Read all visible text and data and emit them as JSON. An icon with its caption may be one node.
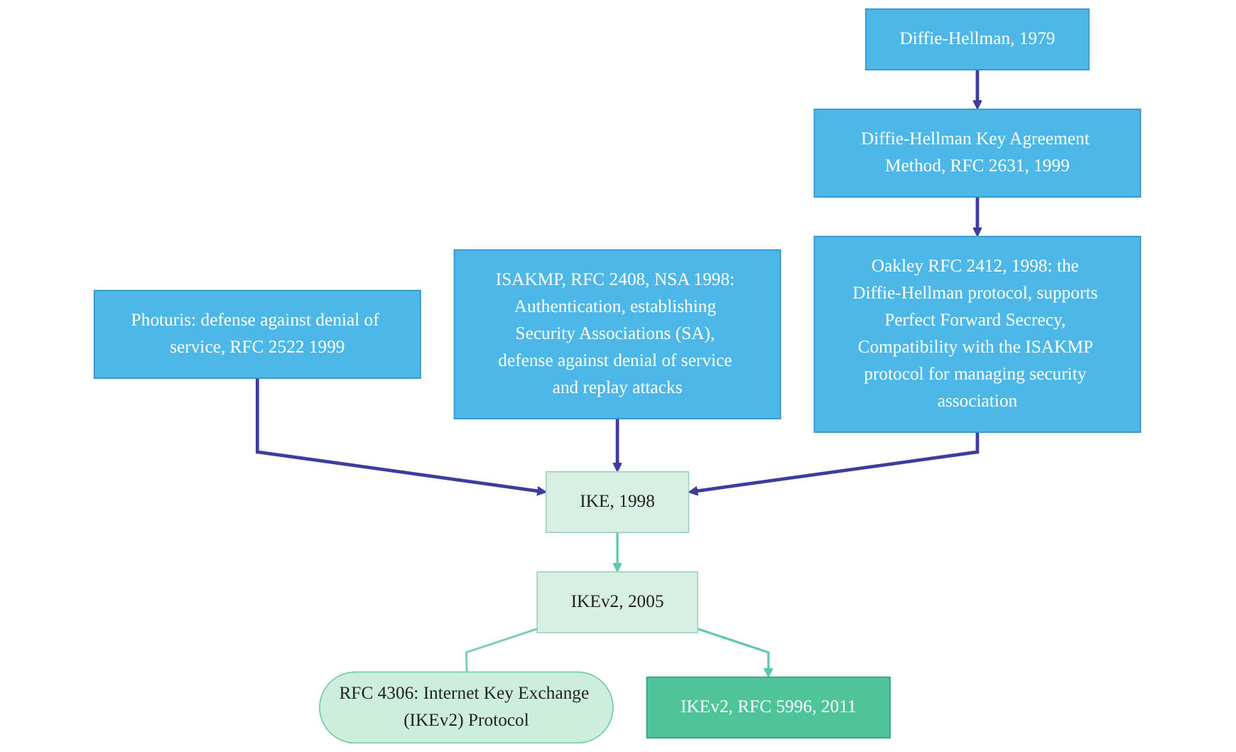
{
  "diagram": {
    "nodes": [
      {
        "text": [
          "Photuris: defense against denial of service, RFC 2522 1999"
        ]
      },
      {
        "text": [
          "ISAKMP, RFC 2408, NSA 1998: Authentication, establishing Security Associations (SA), defense against denial of service and replay attacks"
        ]
      },
      {
        "text": [
          "Diffie-Hellman, 1979"
        ]
      },
      {
        "text": [
          "Diffie-Hellman Key Agreement Method, RFC 2631, 1999"
        ]
      },
      {
        "text": [
          "Oakley RFC 2412, 1998: the Diffie-Hellman protocol, supports Perfect Forward Secrecy, Compatibility with the ISAKMP protocol for managing security association"
        ]
      },
      {
        "text": [
          "IKE, 1998"
        ]
      },
      {
        "text": [
          "IKEv2, 2005"
        ]
      },
      {
        "text": [
          "RFC 4306: Internet Key Exchange (IKEv2) Protocol"
        ]
      },
      {
        "text": [
          "IKEv2, RFC 5996, 2011"
        ]
      }
    ],
    "edges": [
      {
        "from": 2,
        "to": 3,
        "arrow": "to"
      },
      {
        "from": 3,
        "to": 4,
        "arrow": "to"
      },
      {
        "from": 0,
        "to": 5,
        "arrow": "to"
      },
      {
        "from": 1,
        "to": 5,
        "arrow": "to"
      },
      {
        "from": 4,
        "to": 5,
        "arrow": "to"
      },
      {
        "from": 5,
        "to": 6,
        "arrow": "to",
        "color": "#5cc8b0"
      },
      {
        "from": 6,
        "to": 7,
        "arrow": "none",
        "color": "#7fcfb0"
      },
      {
        "from": 6,
        "to": 8,
        "arrow": "to",
        "color": "#5cc8b0"
      }
    ]
  }
}
